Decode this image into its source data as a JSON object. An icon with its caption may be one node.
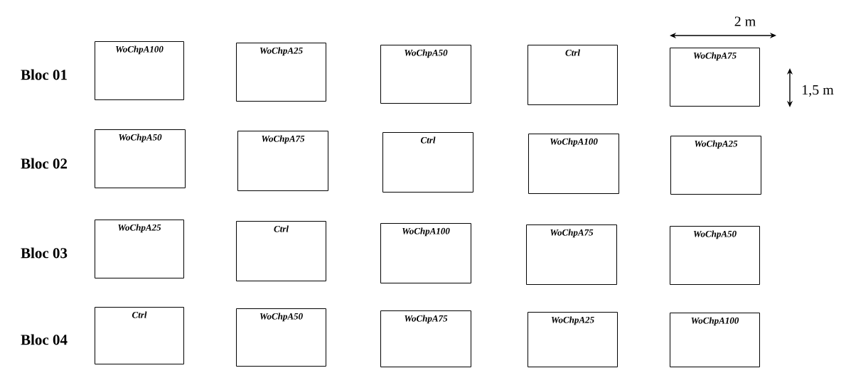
{
  "diagram": {
    "nodes": [
      {
        "text": [
          "WoChpA100"
        ]
      },
      {
        "text": [
          "WoChpA25"
        ]
      },
      {
        "text": [
          "WoChpA50"
        ]
      },
      {
        "text": [
          "Ctrl"
        ]
      },
      {
        "text": [
          "WoChpA75"
        ]
      },
      {
        "text": [
          "WoChpA50"
        ]
      },
      {
        "text": [
          "WoChpA75"
        ]
      },
      {
        "text": [
          "Ctrl"
        ]
      },
      {
        "text": [
          "WoChpA100"
        ]
      },
      {
        "text": [
          "WoChpA25"
        ]
      },
      {
        "text": [
          "WoChpA25"
        ]
      },
      {
        "text": [
          "Ctrl"
        ]
      },
      {
        "text": [
          "WoChpA100"
        ]
      },
      {
        "text": [
          "WoChpA75"
        ]
      },
      {
        "text": [
          "WoChpA50"
        ]
      },
      {
        "text": [
          "Ctrl"
        ]
      },
      {
        "text": [
          "WoChpA50"
        ]
      },
      {
        "text": [
          "WoChpA75"
        ]
      },
      {
        "text": [
          "WoChpA25"
        ]
      },
      {
        "text": [
          "WoChpA100"
        ]
      }
    ],
    "labels": [
      "2 m",
      "Bloc 01",
      "1,5 m",
      "Bloc 02",
      "Bloc 03",
      "Bloc 04"
    ]
  }
}
